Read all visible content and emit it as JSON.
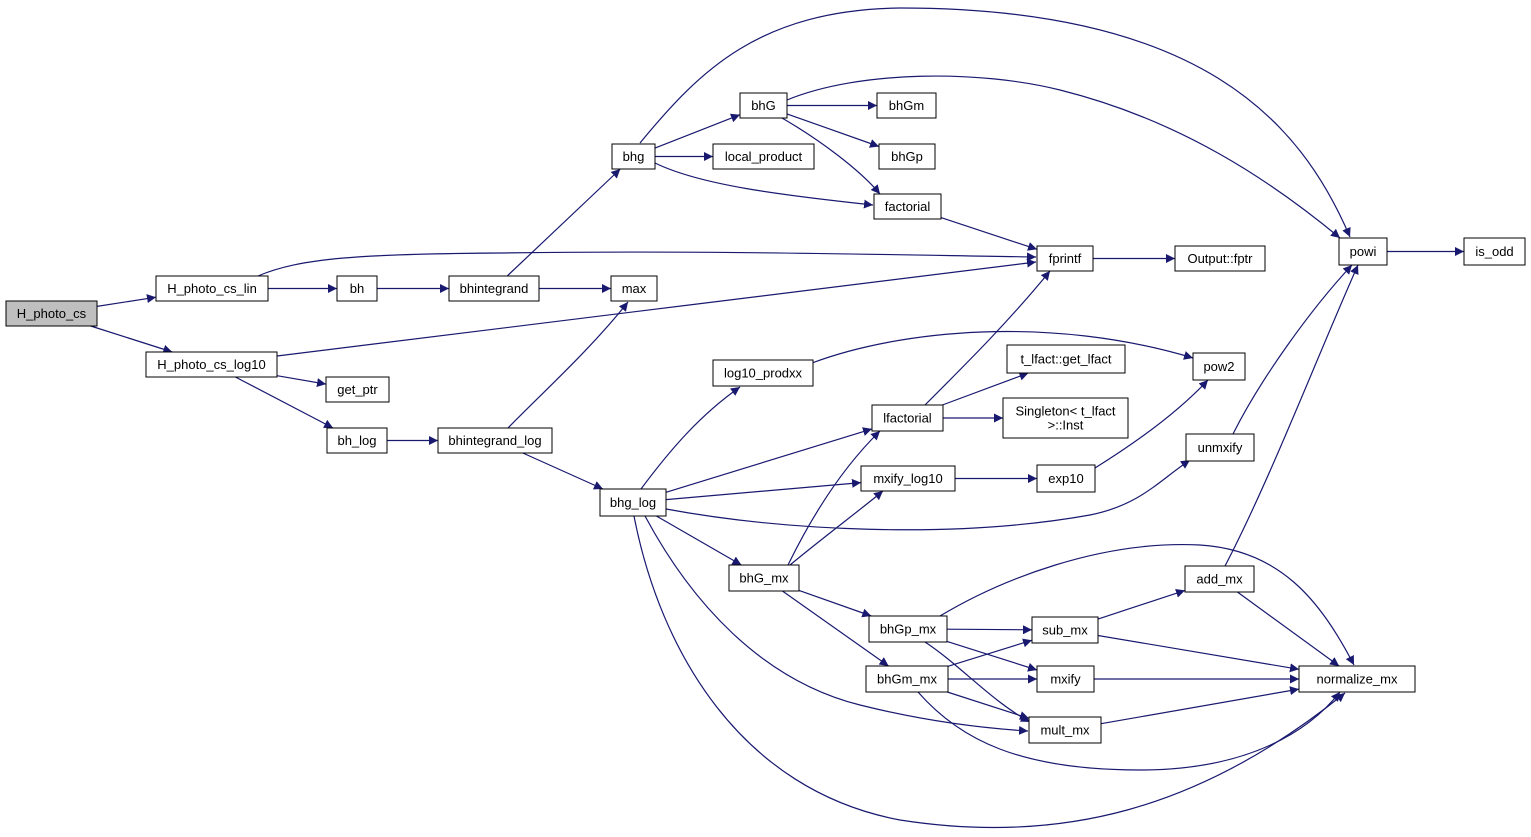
{
  "colors": {
    "node_fill": "#ffffff",
    "root_fill": "#bfbfbf",
    "node_border": "#000000",
    "edge": "#191970",
    "text": "#000000"
  },
  "nodes": {
    "H_photo_cs": {
      "label": "H_photo_cs",
      "root": true
    },
    "H_photo_cs_lin": {
      "label": "H_photo_cs_lin"
    },
    "H_photo_cs_log10": {
      "label": "H_photo_cs_log10"
    },
    "bh": {
      "label": "bh"
    },
    "bhintegrand": {
      "label": "bhintegrand"
    },
    "max": {
      "label": "max"
    },
    "bhg": {
      "label": "bhg"
    },
    "bhG": {
      "label": "bhG"
    },
    "local_product": {
      "label": "local_product"
    },
    "bhGm": {
      "label": "bhGm"
    },
    "bhGp": {
      "label": "bhGp"
    },
    "factorial": {
      "label": "factorial"
    },
    "fprintf": {
      "label": "fprintf"
    },
    "Output_fptr": {
      "label": "Output::fptr"
    },
    "powi": {
      "label": "powi"
    },
    "is_odd": {
      "label": "is_odd"
    },
    "get_ptr": {
      "label": "get_ptr"
    },
    "bh_log": {
      "label": "bh_log"
    },
    "bhintegrand_log": {
      "label": "bhintegrand_log"
    },
    "log10_prodxx": {
      "label": "log10_prodxx"
    },
    "bhg_log": {
      "label": "bhg_log"
    },
    "pow2": {
      "label": "pow2"
    },
    "t_lfact_get_lfact": {
      "label": "t_lfact::get_lfact"
    },
    "lfactorial": {
      "label": "lfactorial"
    },
    "Singleton_Inst": {
      "label": "Singleton< t_lfact\n>::Inst"
    },
    "unmxify": {
      "label": "unmxify"
    },
    "mxify_log10": {
      "label": "mxify_log10"
    },
    "exp10": {
      "label": "exp10"
    },
    "bhG_mx": {
      "label": "bhG_mx"
    },
    "add_mx": {
      "label": "add_mx"
    },
    "bhGp_mx": {
      "label": "bhGp_mx"
    },
    "sub_mx": {
      "label": "sub_mx"
    },
    "bhGm_mx": {
      "label": "bhGm_mx"
    },
    "mxify": {
      "label": "mxify"
    },
    "normalize_mx": {
      "label": "normalize_mx"
    },
    "mult_mx": {
      "label": "mult_mx"
    }
  },
  "edges": [
    [
      "H_photo_cs",
      "H_photo_cs_lin"
    ],
    [
      "H_photo_cs",
      "H_photo_cs_log10"
    ],
    [
      "H_photo_cs_lin",
      "bh"
    ],
    [
      "H_photo_cs_lin",
      "fprintf"
    ],
    [
      "bh",
      "bhintegrand"
    ],
    [
      "bhintegrand",
      "max"
    ],
    [
      "bhintegrand",
      "bhg"
    ],
    [
      "bhg",
      "bhG"
    ],
    [
      "bhg",
      "local_product"
    ],
    [
      "bhg",
      "factorial"
    ],
    [
      "bhg",
      "powi"
    ],
    [
      "bhG",
      "bhGm"
    ],
    [
      "bhG",
      "bhGp"
    ],
    [
      "bhG",
      "factorial"
    ],
    [
      "bhG",
      "powi"
    ],
    [
      "factorial",
      "fprintf"
    ],
    [
      "fprintf",
      "Output_fptr"
    ],
    [
      "powi",
      "is_odd"
    ],
    [
      "H_photo_cs_log10",
      "fprintf"
    ],
    [
      "H_photo_cs_log10",
      "get_ptr"
    ],
    [
      "H_photo_cs_log10",
      "bh_log"
    ],
    [
      "bh_log",
      "bhintegrand_log"
    ],
    [
      "bhintegrand_log",
      "max"
    ],
    [
      "bhintegrand_log",
      "bhg_log"
    ],
    [
      "bhg_log",
      "log10_prodxx"
    ],
    [
      "bhg_log",
      "lfactorial"
    ],
    [
      "bhg_log",
      "mxify_log10"
    ],
    [
      "bhg_log",
      "unmxify"
    ],
    [
      "bhg_log",
      "bhG_mx"
    ],
    [
      "bhg_log",
      "mult_mx"
    ],
    [
      "bhg_log",
      "normalize_mx"
    ],
    [
      "log10_prodxx",
      "pow2"
    ],
    [
      "lfactorial",
      "fprintf"
    ],
    [
      "lfactorial",
      "t_lfact_get_lfact"
    ],
    [
      "lfactorial",
      "Singleton_Inst"
    ],
    [
      "mxify_log10",
      "exp10"
    ],
    [
      "exp10",
      "pow2"
    ],
    [
      "unmxify",
      "powi"
    ],
    [
      "bhG_mx",
      "lfactorial"
    ],
    [
      "bhG_mx",
      "mxify_log10"
    ],
    [
      "bhG_mx",
      "bhGp_mx"
    ],
    [
      "bhG_mx",
      "bhGm_mx"
    ],
    [
      "bhGp_mx",
      "sub_mx"
    ],
    [
      "bhGp_mx",
      "mxify"
    ],
    [
      "bhGp_mx",
      "mult_mx"
    ],
    [
      "bhGp_mx",
      "normalize_mx"
    ],
    [
      "bhGm_mx",
      "sub_mx"
    ],
    [
      "bhGm_mx",
      "mxify"
    ],
    [
      "bhGm_mx",
      "mult_mx"
    ],
    [
      "bhGm_mx",
      "normalize_mx"
    ],
    [
      "sub_mx",
      "add_mx"
    ],
    [
      "sub_mx",
      "normalize_mx"
    ],
    [
      "add_mx",
      "powi"
    ],
    [
      "add_mx",
      "normalize_mx"
    ],
    [
      "mxify",
      "normalize_mx"
    ],
    [
      "mult_mx",
      "normalize_mx"
    ]
  ]
}
